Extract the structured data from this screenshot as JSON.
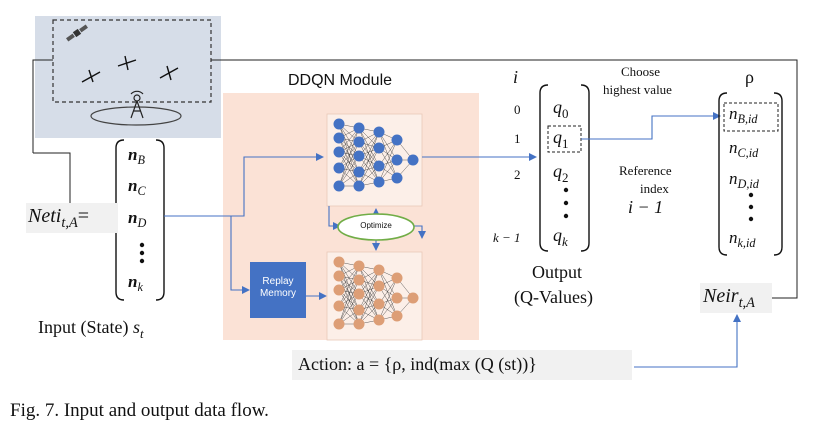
{
  "title": "DDQN Module",
  "replay_memory": "Replay Memory",
  "optimize": "Optimize",
  "left_label": {
    "main": "Neti",
    "sub": "t,A",
    "eq": "="
  },
  "input_vector": [
    {
      "main": "n",
      "sub": "B"
    },
    {
      "main": "n",
      "sub": "C"
    },
    {
      "main": "n",
      "sub": "D"
    },
    {
      "main": "n",
      "sub": "k"
    }
  ],
  "input_caption": {
    "text": "Input (State) ",
    "sym": "s",
    "sub": "t"
  },
  "output_indices_header": "i",
  "output_indices": [
    "0",
    "1",
    "2",
    "k − 1"
  ],
  "output_values": [
    {
      "main": "q",
      "sub": "0"
    },
    {
      "main": "q",
      "sub": "1"
    },
    {
      "main": "q",
      "sub": "2"
    },
    {
      "main": "q",
      "sub": "k"
    }
  ],
  "output_caption": {
    "line1": "Output",
    "line2": "(Q-Values)"
  },
  "choose": {
    "line1": "Choose",
    "line2": "highest value"
  },
  "reference": {
    "line1": "Reference",
    "line2": "index",
    "line3": "i − 1"
  },
  "rho_header": "ρ",
  "rho_vector": [
    {
      "main": "n",
      "sub": "B,id"
    },
    {
      "main": "n",
      "sub": "C,id"
    },
    {
      "main": "n",
      "sub": "D,id"
    },
    {
      "main": "n",
      "sub": "k,id"
    }
  ],
  "neir": {
    "main": "Neir",
    "sub": "t,A"
  },
  "action": "Action: a = {ρ, ind(max (Q (st))}",
  "caption": "Fig. 7.   Input and output data flow.",
  "colors": {
    "network_panel": "#d6dde8",
    "ddqn_bg": "#fbe2d6",
    "replay_box": "#4472c4",
    "arrow": "#4472c4",
    "node_blue": "#4472c4",
    "node_orange": "#dd9e76",
    "optimize_ring": "#71ad47"
  }
}
